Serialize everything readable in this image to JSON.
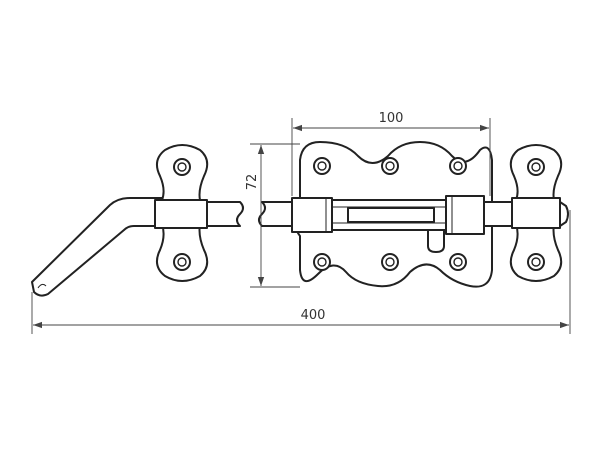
{
  "dimensions": {
    "overall_length": "400",
    "plate_width": "100",
    "plate_height": "72"
  },
  "colors": {
    "line": "#222222",
    "dimension": "#444444",
    "background": "#ffffff"
  }
}
